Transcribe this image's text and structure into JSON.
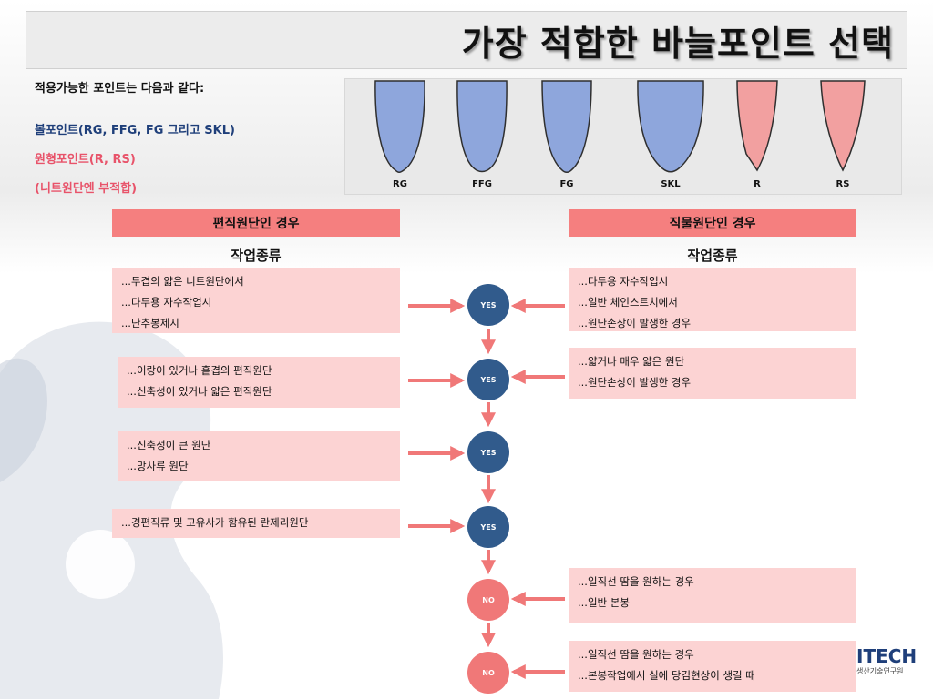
{
  "title": "가장 적합한 바늘포인트 선택",
  "intro": {
    "lead": "적용가능한 포인트는 다음과 같다:",
    "ball": "볼포인트(RG, FFG, FG 그리고 SKL)",
    "round": "원형포인트(R, RS)",
    "note": "(니트원단엔 부적합)"
  },
  "needles": {
    "labels": [
      "RG",
      "FFG",
      "FG",
      "SKL",
      "R",
      "RS"
    ],
    "colors": {
      "ball": "#8ea6dc",
      "round": "#f2a0a0"
    }
  },
  "left": {
    "header": "편직원단인 경우",
    "subheader": "작업종류",
    "boxes": [
      [
        "...두겹의 얇은 니트원단에서",
        "...다두용 자수작업시",
        "...단추봉제시"
      ],
      [
        "...이랑이 있거나 홑겹의 편직원단",
        "...신축성이 있거나 얇은 편직원단"
      ],
      [
        "...신축성이 큰 원단",
        "...망사류 원단"
      ],
      [
        "...경편직류 및 고유사가 함유된 란제리원단"
      ]
    ]
  },
  "right": {
    "header": "직물원단인 경우",
    "subheader": "작업종류",
    "boxes": [
      [
        "...다두용 자수작업시",
        "...일반 체인스트치에서",
        "...원단손상이 발생한 경우"
      ],
      [
        "...얇거나 매우 얇은 원단",
        "...원단손상이 발생한 경우"
      ],
      [
        "...일직선 땀을 원하는 경우",
        "...일반 본봉"
      ],
      [
        "...일직선 땀을 원하는 경우",
        "...본봉작업에서 실에 당김현상이 생길 때"
      ]
    ]
  },
  "flow": [
    "YES",
    "YES",
    "YES",
    "YES",
    "NO",
    "NO"
  ],
  "logo": {
    "brand": "ITECH",
    "sub": "생산기술연구원"
  }
}
